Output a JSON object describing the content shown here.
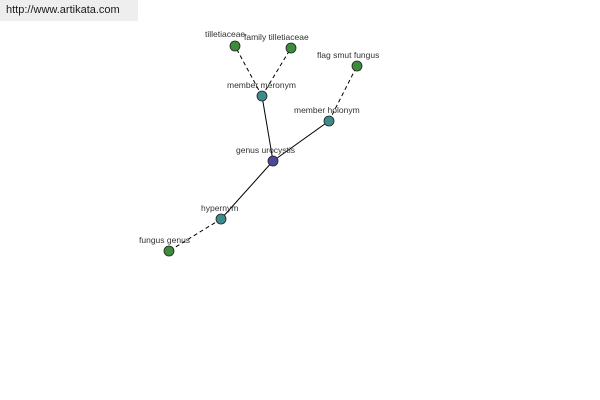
{
  "watermark": {
    "text": "http://www.artikata.com"
  },
  "colors": {
    "center_node": "#4a4a9a",
    "relation_node": "#3f8a8a",
    "leaf_node": "#3c8c3c",
    "node_stroke": "#222222",
    "edge": "#000000"
  },
  "graph": {
    "nodes": [
      {
        "id": "genus-urocystis",
        "label": "genus urocystis",
        "kind": "center"
      },
      {
        "id": "member-meronym",
        "label": "member meronym",
        "kind": "relation"
      },
      {
        "id": "member-holonym",
        "label": "member holonym",
        "kind": "relation"
      },
      {
        "id": "hypernym",
        "label": "hypernym",
        "kind": "relation"
      },
      {
        "id": "tilletiaceae",
        "label": "tilletiaceae",
        "kind": "leaf"
      },
      {
        "id": "family-tilletiaceae",
        "label": "family tilletiaceae",
        "kind": "leaf"
      },
      {
        "id": "flag-smut-fungus",
        "label": "flag smut fungus",
        "kind": "leaf"
      },
      {
        "id": "fungus-genus",
        "label": "fungus genus",
        "kind": "leaf"
      }
    ],
    "edges": [
      {
        "from": "genus-urocystis",
        "to": "member-meronym",
        "style": "solid"
      },
      {
        "from": "genus-urocystis",
        "to": "member-holonym",
        "style": "solid"
      },
      {
        "from": "genus-urocystis",
        "to": "hypernym",
        "style": "solid"
      },
      {
        "from": "member-meronym",
        "to": "tilletiaceae",
        "style": "dashed"
      },
      {
        "from": "member-meronym",
        "to": "family-tilletiaceae",
        "style": "dashed"
      },
      {
        "from": "member-holonym",
        "to": "flag-smut-fungus",
        "style": "dashed"
      },
      {
        "from": "hypernym",
        "to": "fungus-genus",
        "style": "dashed"
      }
    ]
  }
}
